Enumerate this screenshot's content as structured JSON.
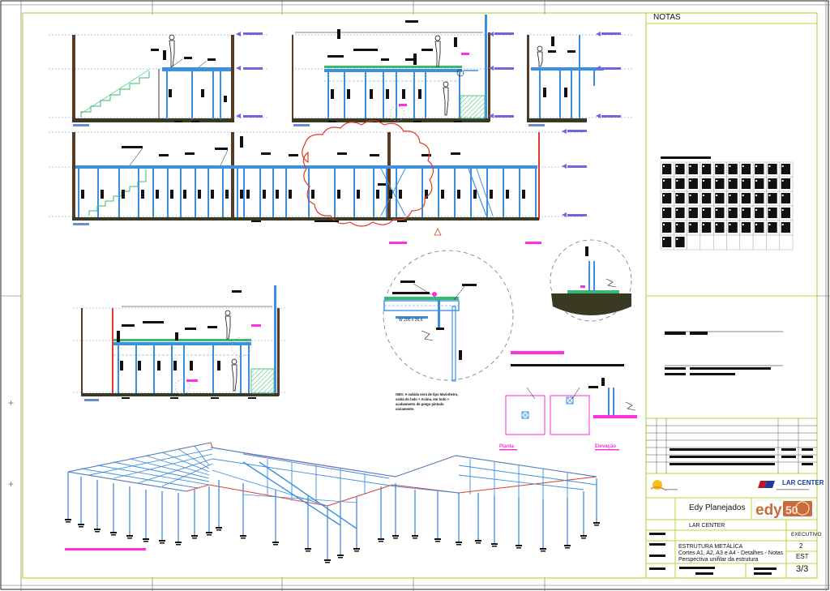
{
  "notes_panel": {
    "header": "NOTAS"
  },
  "detail_labels": {
    "profile_label": "W 200 x 26,6",
    "note_text_lines": [
      "OBS: A subida será de tipo Marinheiro,",
      "saída do lado + Acima, em todo +",
      "acabamento de prego pintado",
      "variamento"
    ],
    "plan_label": "Planta",
    "elevation_label": "Elevação"
  },
  "title_block": {
    "company_right": "LAR CENTER",
    "designer": "Edy Planejados",
    "logo_text": "edy",
    "logo_badge": "50",
    "client": "LAR CENTER",
    "subject_line_1": "ESTRUTURA METÁLICA",
    "subject_line_2": "Cortes A1, A2, A3 e A4 - Detalhes - Notas",
    "subject_line_3": "Perspectiva unifilar da estrutura",
    "phase": "EXECUTIVO",
    "revision": "2",
    "discipline": "EST",
    "sheet_number": "3/3"
  },
  "colors": {
    "frame": "#b5d846",
    "structure_blue": "#3d8fe0",
    "column_brown": "#5a3a22",
    "magenta": "#ff2ee0",
    "red": "#e03a2a",
    "stair_green": "#3bb873",
    "floor_dark": "#3a3a22"
  }
}
